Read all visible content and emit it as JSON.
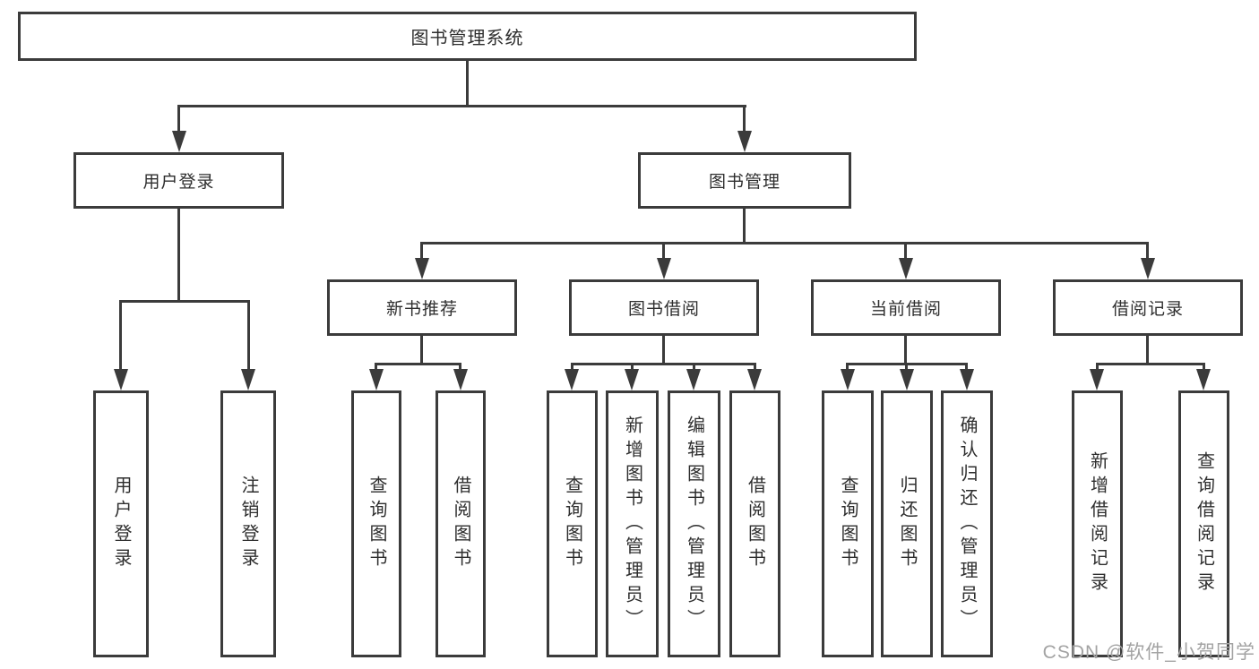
{
  "diagram": {
    "root": "图书管理系统",
    "branches": [
      {
        "label": "用户登录",
        "children": [
          "用户登录",
          "注销登录"
        ]
      },
      {
        "label": "图书管理",
        "groups": [
          {
            "label": "新书推荐",
            "children": [
              "查询图书",
              "借阅图书"
            ]
          },
          {
            "label": "图书借阅",
            "children": [
              "查询图书",
              "新增图书（管理员）",
              "编辑图书（管理员）",
              "借阅图书"
            ]
          },
          {
            "label": "当前借阅",
            "children": [
              "查询图书",
              "归还图书",
              "确认归还（管理员）"
            ]
          },
          {
            "label": "借阅记录",
            "children": [
              "新增借阅记录",
              "查询借阅记录"
            ]
          }
        ]
      }
    ]
  },
  "watermark": "CSDN @软件_小贺同学",
  "colors": {
    "line": "#3b3b3b",
    "text": "#2e2e2e",
    "watermark": "#a3a3a3",
    "background": "#ffffff"
  }
}
